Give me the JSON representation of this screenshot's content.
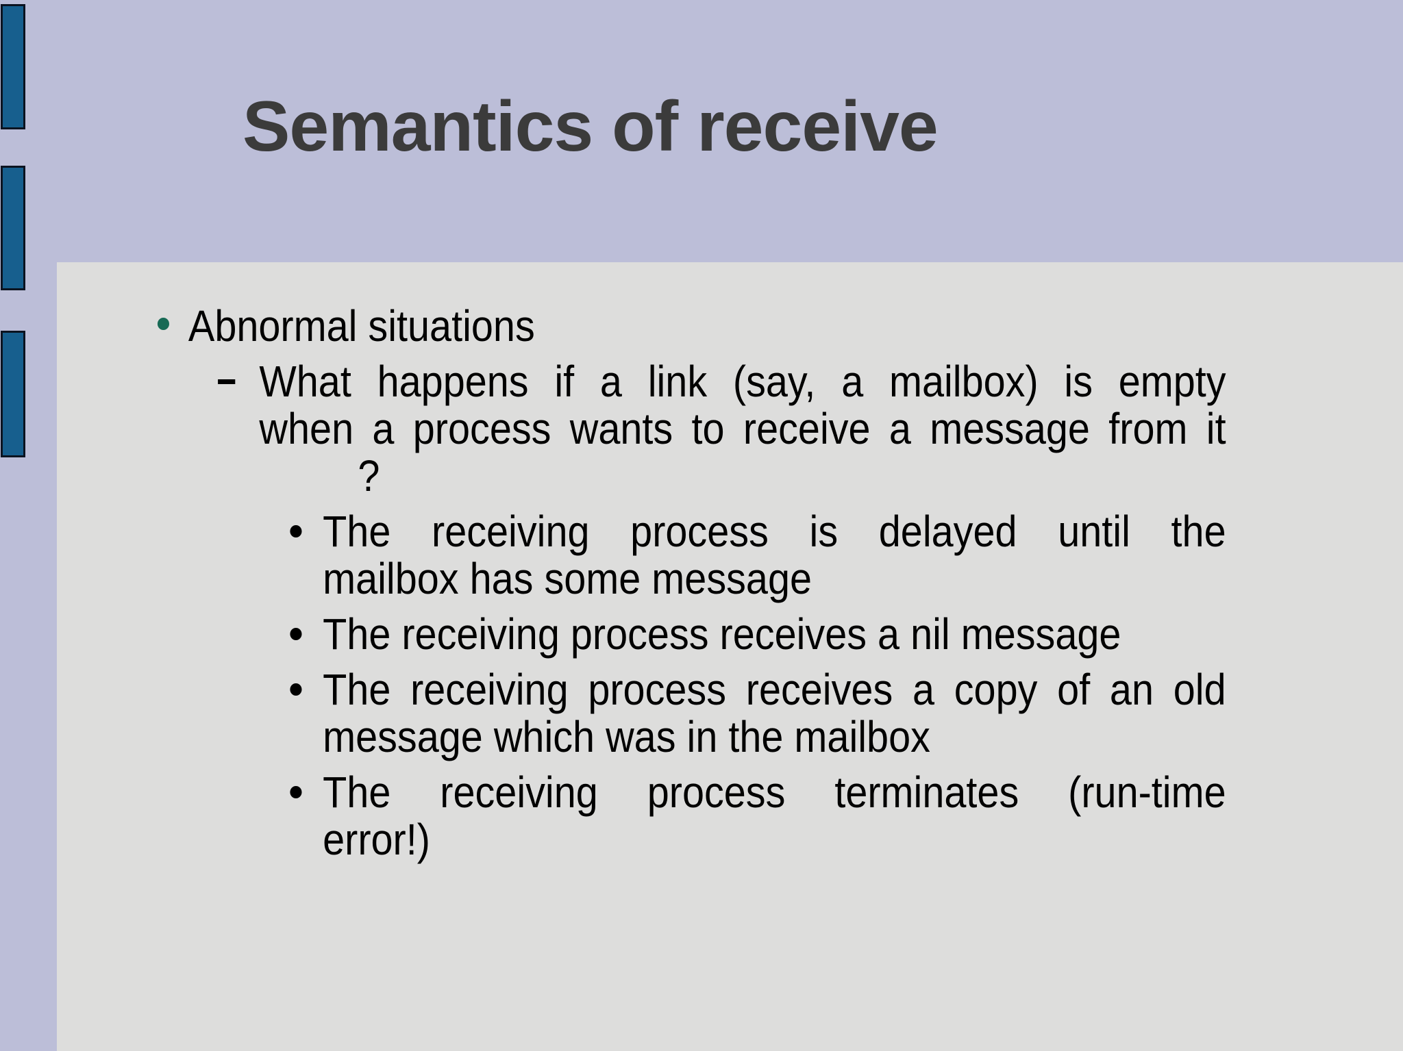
{
  "slide": {
    "title": "Semantics of receive",
    "bullets": {
      "level1": {
        "text": "Abnormal situations"
      },
      "level2": {
        "lines": [
          "What happens if a link (say, a mailbox) is empty",
          "when a process wants to receive a message from it",
          "?"
        ]
      },
      "level3": [
        {
          "lines": [
            "The receiving process is delayed until the",
            "mailbox has some message"
          ]
        },
        {
          "lines": [
            "The receiving process receives a nil message"
          ]
        },
        {
          "lines": [
            "The receiving process receives a copy of an old",
            "message which was in the mailbox"
          ]
        },
        {
          "lines": [
            "The receiving process terminates (run-time",
            "error!)"
          ]
        }
      ]
    },
    "icons": {
      "level1_marker": "filled-circle-teal",
      "level2_marker": "en-dash",
      "level3_marker": "filled-circle-black"
    },
    "colors": {
      "background": "#bcbed8",
      "content_panel": "#dddddc",
      "accent_bar": "#175f8e",
      "accent_bar_border": "#0b1320",
      "level1_bullet": "#176a55",
      "title_text": "#3b3b3b",
      "body_text": "#000000"
    }
  }
}
